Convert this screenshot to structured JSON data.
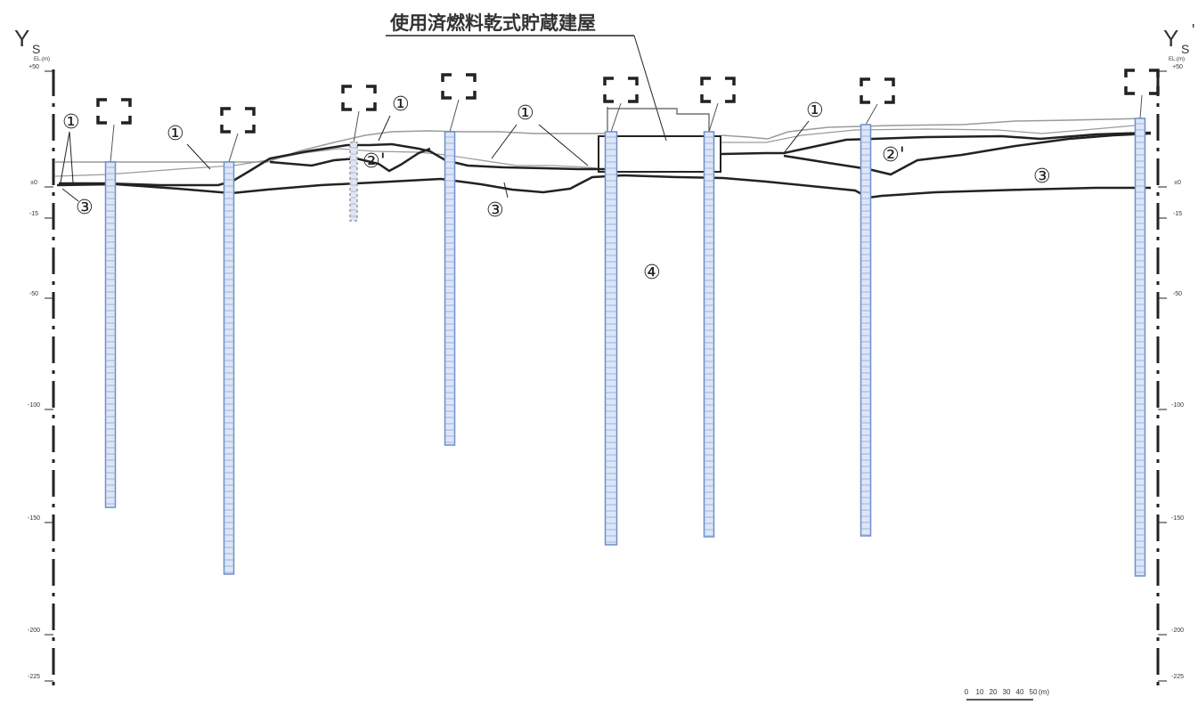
{
  "title": "使用済燃料乾式貯蔵建屋",
  "section_left": {
    "main": "Y",
    "sub": "S",
    "unit": "EL.(m)"
  },
  "section_right": {
    "main": "Y",
    "sub": "S",
    "prime": "'",
    "unit": "EL.(m)"
  },
  "elevation_ticks": [
    "+50",
    "±0",
    "-15",
    "-50",
    "-100",
    "-150",
    "-200",
    "-225"
  ],
  "elevation_values": [
    50,
    0,
    -15,
    -50,
    -100,
    -150,
    -200,
    -225
  ],
  "layer_labels": [
    "①",
    "②'",
    "③",
    "④"
  ],
  "layer_label_marks": [
    {
      "key": "①"
    },
    {
      "key": "①"
    },
    {
      "key": "①"
    },
    {
      "key": "①"
    },
    {
      "key": "①"
    },
    {
      "key": "②'"
    },
    {
      "key": "②'"
    },
    {
      "key": "③"
    },
    {
      "key": "③"
    },
    {
      "key": "③"
    },
    {
      "key": "④"
    }
  ],
  "scale_bar": {
    "ticks": [
      "0",
      "10",
      "20",
      "30",
      "40",
      "50"
    ],
    "unit": "(m)"
  },
  "colors": {
    "boring": "#6d8fc9",
    "boring_fill": "#dce6f6",
    "line": "#222222",
    "surface": "#9a9a9a"
  }
}
